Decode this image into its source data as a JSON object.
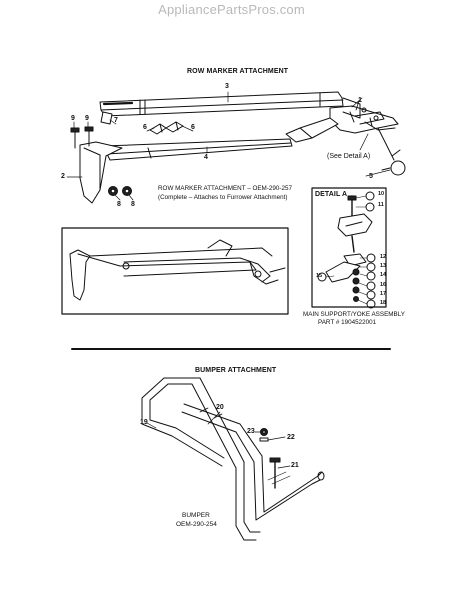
{
  "watermark": "AppliancePartsPros.com",
  "row_marker": {
    "title": "ROW MARKER ATTACHMENT",
    "kit_line1": "ROW MARKER ATTACHMENT – OEM-290-257",
    "kit_line2": "(Complete – Attaches to Furrower Attachment)",
    "see_detail": "(See Detail A)",
    "callouts": [
      "1",
      "2",
      "3",
      "4",
      "5",
      "6",
      "6",
      "7",
      "8",
      "8",
      "9",
      "9"
    ]
  },
  "detail_a": {
    "title": "DETAIL A",
    "caption_line1": "MAIN SUPPORT/YOKE ASSEMBLY",
    "caption_line2": "PART # 1904522001",
    "callouts": [
      "10",
      "11",
      "12",
      "13",
      "14",
      "15",
      "16",
      "17",
      "18"
    ]
  },
  "bumper": {
    "title": "BUMPER ATTACHMENT",
    "label_line1": "BUMPER",
    "label_line2": "OEM-290-254",
    "callouts": [
      "19",
      "20",
      "21",
      "22",
      "23"
    ]
  }
}
